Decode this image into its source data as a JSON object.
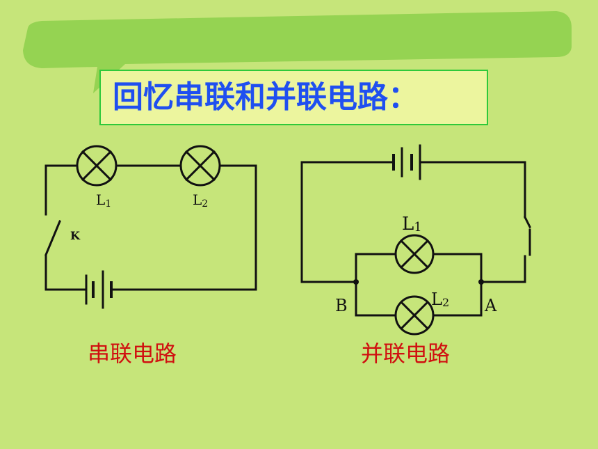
{
  "title": "回忆串联和并联电路：",
  "series_circuit": {
    "caption": "串联电路",
    "lamp1_label": "L",
    "lamp1_sub": "1",
    "lamp2_label": "L",
    "lamp2_sub": "2",
    "switch_label": "K"
  },
  "parallel_circuit": {
    "caption": "并联电路",
    "lamp1_label": "L",
    "lamp1_sub": "1",
    "lamp2_label": "L",
    "lamp2_sub": "2",
    "node_b_label": "B",
    "node_a_label": "A"
  },
  "colors": {
    "background": "#c6e57a",
    "banner": "#95d352",
    "title_box": "#ecf59e",
    "title_border": "#2ec93a",
    "title_text": "#1f4ff0",
    "caption_text": "#d01010"
  }
}
